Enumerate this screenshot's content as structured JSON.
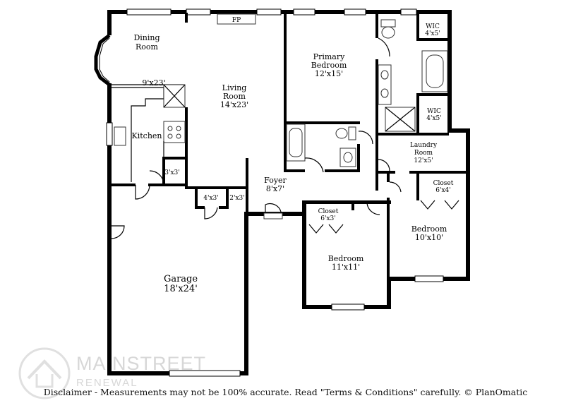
{
  "rooms": {
    "dining": {
      "name": "Dining",
      "name2": "Room"
    },
    "kitchen_dim": "9'x23'",
    "living": {
      "name": "Living",
      "name2": "Room",
      "dim": "14'x23'"
    },
    "fp": "FP",
    "kitchen": "Kitchen",
    "pantry": "3'x3'",
    "closet_4x3": "4'x3'",
    "closet_2x3": "2'x3'",
    "foyer": {
      "name": "Foyer",
      "dim": "8'x7'"
    },
    "primary": {
      "name": "Primary",
      "name2": "Bedroom",
      "dim": "12'x15'"
    },
    "wic1": {
      "name": "WIC",
      "dim": "4'x5'"
    },
    "wic2": {
      "name": "WIC",
      "dim": "4'x5'"
    },
    "laundry": {
      "name": "Laundry",
      "name2": "Room",
      "dim": "12'x5'"
    },
    "closet_a": {
      "name": "Closet",
      "dim": "6'x4'"
    },
    "closet_b": {
      "name": "Closet",
      "dim": "6'x3'"
    },
    "bedroom2": {
      "name": "Bedroom",
      "dim": "11'x11'"
    },
    "bedroom3": {
      "name": "Bedroom",
      "dim": "10'x10'"
    },
    "garage": {
      "name": "Garage",
      "dim": "18'x24'"
    }
  },
  "watermark": {
    "brand": "MAINSTREET",
    "sub": "RENEWAL"
  },
  "disclaimer": "Disclaimer - Measurements may not be 100% accurate. Read \"Terms & Conditions\" carefully. © PlanOmatic"
}
